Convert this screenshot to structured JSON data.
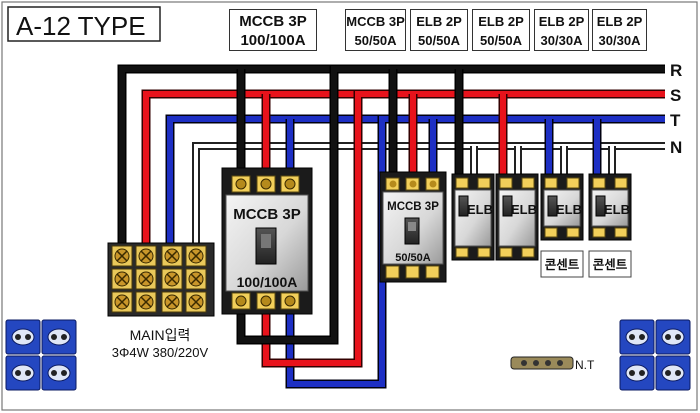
{
  "title": "A-12 TYPE",
  "header_labels": [
    {
      "line1": "MCCB 3P",
      "line2": "100/100A"
    },
    {
      "line1": "MCCB 3P",
      "line2": "50/50A"
    },
    {
      "line1": "ELB 2P",
      "line2": "50/50A"
    },
    {
      "line1": "ELB 2P",
      "line2": "50/50A"
    },
    {
      "line1": "ELB 2P",
      "line2": "30/30A"
    },
    {
      "line1": "ELB 2P",
      "line2": "30/30A"
    }
  ],
  "bus_labels": {
    "r": "R",
    "s": "S",
    "t": "T",
    "n": "N"
  },
  "main_breaker": {
    "name": "MCCB 3P",
    "rating": "100/100A"
  },
  "branch_mccb": {
    "name": "MCCB 3P",
    "rating": "50/50A"
  },
  "elb_label": "ELB",
  "outlet_label": "콘센트",
  "main_input": {
    "line1": "MAIN입력",
    "line2": "3Φ4W 380/220V"
  },
  "neutral_terminal_label": "N.T",
  "colors": {
    "r": "#111111",
    "s": "#e8121b",
    "t": "#1d2fc4",
    "n": "#ffffff",
    "terminal_blue": "#2447c0"
  }
}
